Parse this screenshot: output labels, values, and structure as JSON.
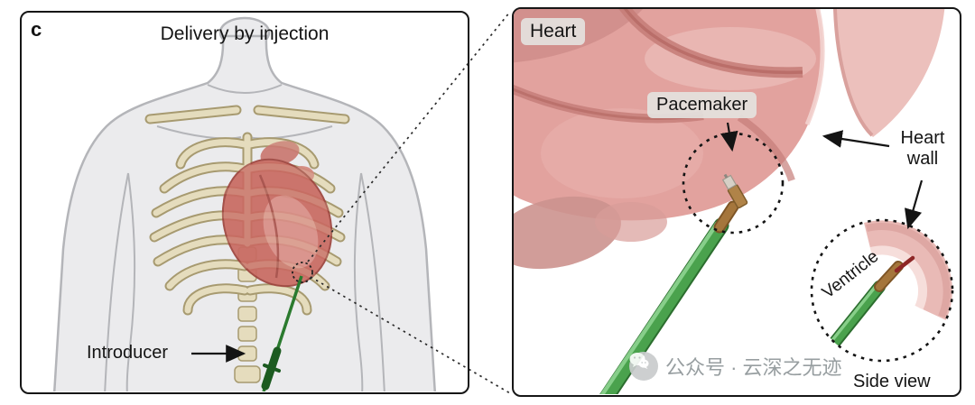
{
  "figure": {
    "panel_letter": "c",
    "left_panel": {
      "title": "Delivery by injection",
      "introducer_label": "Introducer"
    },
    "right_panel": {
      "heart_label": "Heart",
      "pacemaker_label": "Pacemaker",
      "heart_wall_label": "Heart wall",
      "ventricle_label": "Ventricle",
      "side_view_label": "Side view"
    },
    "watermark": {
      "text": "公众号 · 云深之无迹"
    },
    "colors": {
      "introducer_green": "#4aa24d",
      "heart_pink": "#e2a29e",
      "bone_beige": "#e5dcbd",
      "label_bg": "#e4e2de",
      "outline_black": "#161616"
    }
  }
}
